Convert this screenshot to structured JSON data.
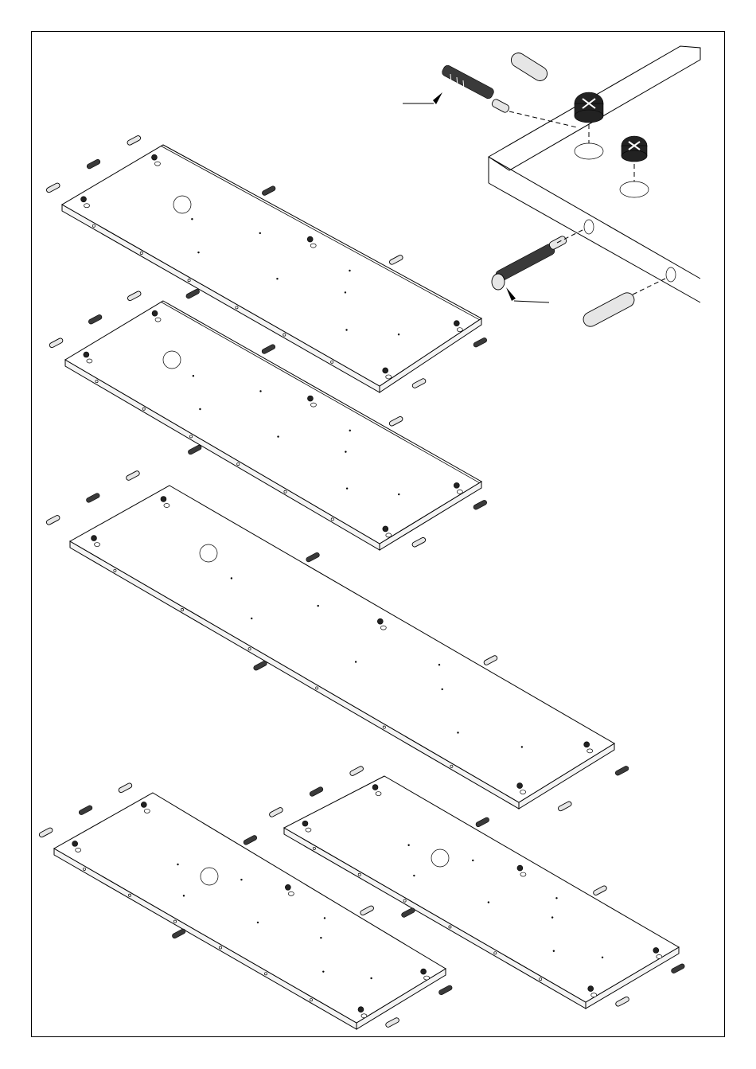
{
  "page": {
    "background": "#ffffff",
    "line_color": "#000000"
  },
  "drawing": {
    "type": "exploded-assembly-diagram",
    "panels": [
      {
        "id": "top-panel"
      },
      {
        "id": "second-panel"
      },
      {
        "id": "third-panel"
      },
      {
        "id": "bottom-left-panel"
      },
      {
        "id": "bottom-right-panel"
      }
    ],
    "hardware": [
      {
        "id": "cam-bolt",
        "icon": "cam-bolt-icon"
      },
      {
        "id": "wooden-dowel",
        "icon": "dowel-icon"
      },
      {
        "id": "cam-lock",
        "icon": "cam-lock-icon"
      }
    ]
  }
}
